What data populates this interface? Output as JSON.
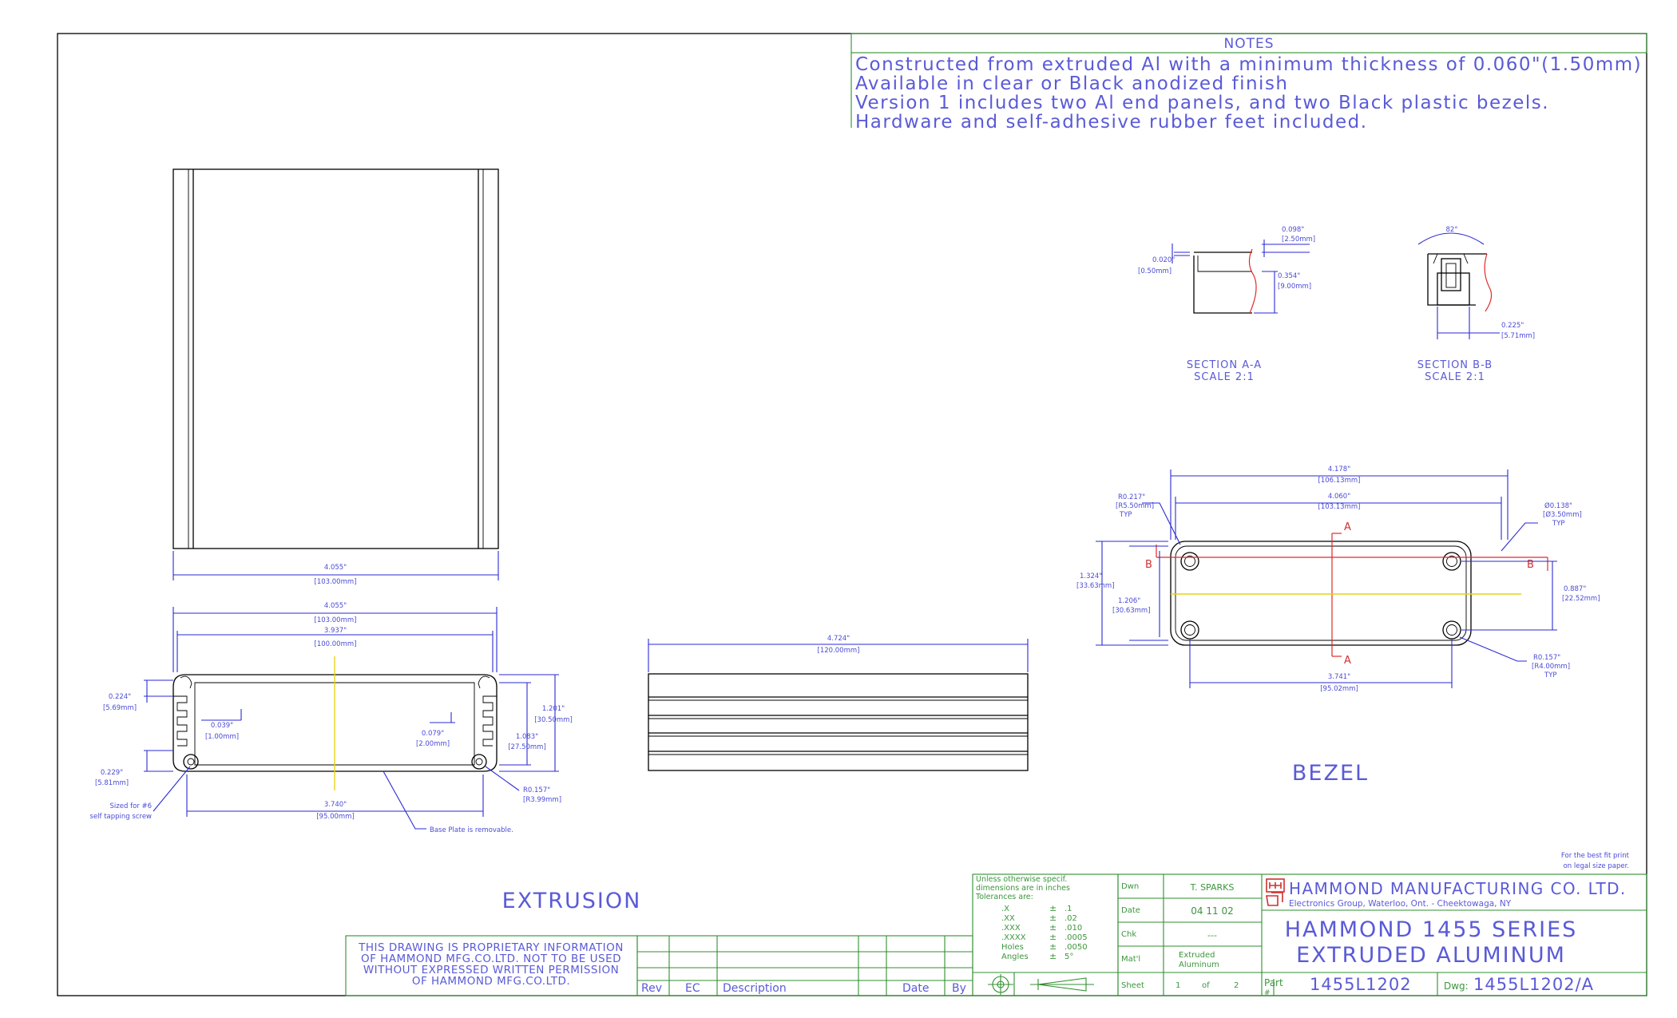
{
  "notes": {
    "title": "NOTES",
    "lines": [
      "Constructed from extruded Al with a minimum thickness of 0.060\"(1.50mm)",
      "Available in clear or Black anodized finish",
      "Version 1 includes two Al end panels, and two Black plastic bezels.",
      "Hardware and self-adhesive rubber feet included."
    ]
  },
  "views": {
    "extrusion": "EXTRUSION",
    "bezel": "BEZEL",
    "section_aa": "SECTION A-A",
    "section_aa_scale": "SCALE 2:1",
    "section_bb": "SECTION B-B",
    "section_bb_scale": "SCALE 2:1"
  },
  "dims": {
    "top_w_in": "4.055\"",
    "top_w_mm": "[103.00mm]",
    "ext_w_in": "4.055\"",
    "ext_w_mm": "[103.00mm]",
    "ext_inner_in": "3.937\"",
    "ext_inner_mm": "[100.00mm]",
    "ext_slot_in": "0.224\"",
    "ext_slot_mm": "[5.69mm]",
    "ext_fin_in": "0.039\"",
    "ext_fin_mm": "[1.00mm]",
    "ext_gap_in": "0.079\"",
    "ext_gap_mm": "[2.00mm]",
    "ext_h_in": "1.201\"",
    "ext_h_mm": "[30.50mm]",
    "ext_h2_in": "1.083\"",
    "ext_h2_mm": "[27.50mm]",
    "ext_screw_in": "0.229\"",
    "ext_screw_mm": "[5.81mm]",
    "ext_r_in": "R0.157\"",
    "ext_r_mm": "[R3.99mm]",
    "ext_base_in": "3.740\"",
    "ext_base_mm": "[95.00mm]",
    "screw_note_1": "Sized for #6",
    "screw_note_2": "self tapping screw",
    "base_note": "Base Plate is removable.",
    "side_len_in": "4.724\"",
    "side_len_mm": "[120.00mm]",
    "sec_a_w_in": "0.098\"",
    "sec_a_w_mm": "[2.50mm]",
    "sec_a_t_in": "0.020\"",
    "sec_a_t_mm": "[0.50mm]",
    "sec_a_h_in": "0.354\"",
    "sec_a_h_mm": "[9.00mm]",
    "sec_b_ang": "82°",
    "sec_b_w_in": "0.225\"",
    "sec_b_w_mm": "[5.71mm]",
    "bz_w_in": "4.178\"",
    "bz_w_mm": "[106.13mm]",
    "bz_w2_in": "4.060\"",
    "bz_w2_mm": "[103.13mm]",
    "bz_r_in": "R0.217\"",
    "bz_r_mm": "[R5.50mm]",
    "bz_r_typ": "TYP",
    "bz_hole_in": "Ø0.138\"",
    "bz_hole_mm": "[Ø3.50mm]",
    "bz_hole_typ": "TYP",
    "bz_h_in": "1.324\"",
    "bz_h_mm": "[33.63mm]",
    "bz_h2_in": "1.206\"",
    "bz_h2_mm": "[30.63mm]",
    "bz_hs_in": "0.887\"",
    "bz_hs_mm": "[22.52mm]",
    "bz_cr_in": "R0.157\"",
    "bz_cr_mm": "[R4.00mm]",
    "bz_cr_typ": "TYP",
    "bz_ws_in": "3.741\"",
    "bz_ws_mm": "[95.02mm]",
    "sec_label_a": "A",
    "sec_label_b": "B"
  },
  "print_note": [
    "For the best fit print",
    "on legal size paper."
  ],
  "proprietary": [
    "THIS DRAWING IS PROPRIETARY INFORMATION",
    "OF HAMMOND MFG.CO.LTD. NOT TO BE USED",
    "WITHOUT EXPRESSED WRITTEN PERMISSION",
    "OF HAMMOND MFG.CO.LTD."
  ],
  "revision": {
    "rev": "Rev",
    "ec": "EC",
    "description": "Description",
    "date": "Date",
    "by": "By"
  },
  "tolerance": {
    "head": [
      "Unless otherwise specif.",
      "dimensions are in inches",
      "Tolerances are:"
    ],
    "rows": [
      [
        ".X",
        "±",
        ".1"
      ],
      [
        ".XX",
        "±",
        ".02"
      ],
      [
        ".XXX",
        "±",
        ".010"
      ],
      [
        ".XXXX",
        "±",
        ".0005"
      ],
      [
        "Holes",
        "±",
        ".0050"
      ],
      [
        "Angles",
        "±",
        "5°"
      ]
    ]
  },
  "title_block": {
    "dwn_label": "Dwn",
    "dwn_value": "T. SPARKS",
    "date_label": "Date",
    "date_value": "04 11 02",
    "chk_label": "Chk",
    "chk_value": "---",
    "matl_label": "Mat'l",
    "matl_value_1": "Extruded",
    "matl_value_2": "Aluminum",
    "sheet_label": "Sheet",
    "sheet_num": "1",
    "sheet_of": "of",
    "sheet_total": "2",
    "company": "HAMMOND MANUFACTURING CO. LTD.",
    "company_sub": "Electronics Group, Waterloo, Ont. - Cheektowaga, NY",
    "title_1": "HAMMOND 1455 SERIES",
    "title_2": "EXTRUDED ALUMINUM",
    "part_label": "Part",
    "part_label_2": "#",
    "part_value": "1455L1202",
    "dwg_label": "Dwg:",
    "dwg_value": "1455L1202/A"
  },
  "colors": {
    "border": "#000000",
    "dimension": "#2a2ad6",
    "text": "#5a5ad8",
    "table": "#2f8f2f",
    "section": "#e02a2a",
    "center": "#e3d21a"
  }
}
